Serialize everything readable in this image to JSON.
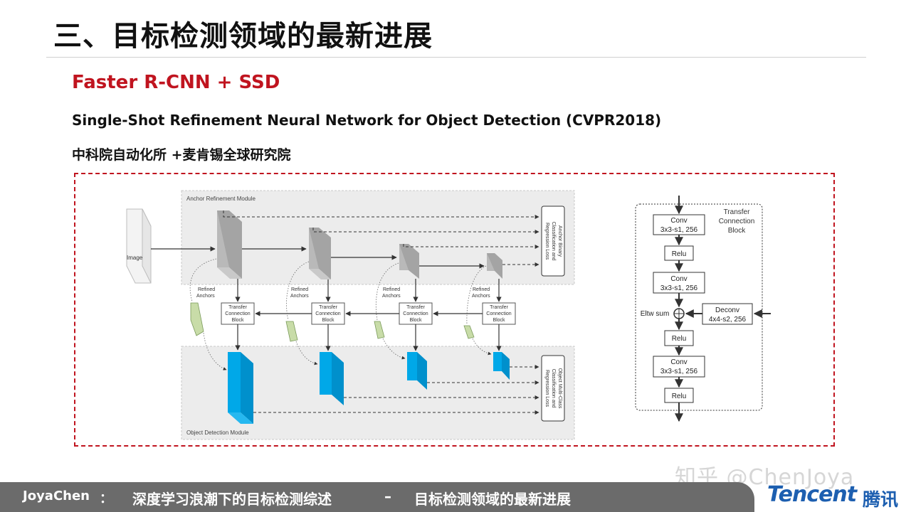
{
  "slide": {
    "title": "三、目标检测领域的最新进展",
    "subtitle": "Faster R-CNN + SSD",
    "paper": "Single-Shot Refinement Neural Network for Object Detection (CVPR2018)",
    "affiliation": "中科院自动化所  +麦肯锡全球研究院"
  },
  "diagram": {
    "arm_label": "Anchor Refinement Module",
    "odm_label": "Object Detection Module",
    "image_label": "Image",
    "refined_anchors": [
      "Refined",
      "Anchors"
    ],
    "tcb_label": [
      "Transfer",
      "Connection",
      "Block"
    ],
    "arm_loss": [
      "Anchor Binary",
      "Classification and",
      "Regression Loss"
    ],
    "odm_loss": [
      "Object Multi-Class",
      "Classification and",
      "Regression Loss"
    ],
    "tcb_detail": {
      "title": [
        "Transfer",
        "Connection",
        "Block"
      ],
      "conv1": [
        "Conv",
        "3x3-s1, 256"
      ],
      "relu1": "Relu",
      "conv2": [
        "Conv",
        "3x3-s1, 256"
      ],
      "eltw": "Eltw sum",
      "deconv": [
        "Deconv",
        "4x4-s2, 256"
      ],
      "relu2": "Relu",
      "conv3": [
        "Conv",
        "3x3-s1, 256"
      ],
      "relu3": "Relu"
    },
    "colors": {
      "arm_block": "#b9b9b9",
      "odm_block": "#00a8e8",
      "anchor_shape": "#c8dca8"
    }
  },
  "footer": {
    "author": "JoyaChen",
    "separator": "：",
    "talk": "深度学习浪潮下的目标检测综述",
    "dash": "–",
    "topic": "目标检测领域的最新进展",
    "watermark": "知乎 @ChenJoya",
    "logo": "Tencent",
    "logo_cn": "腾讯"
  }
}
